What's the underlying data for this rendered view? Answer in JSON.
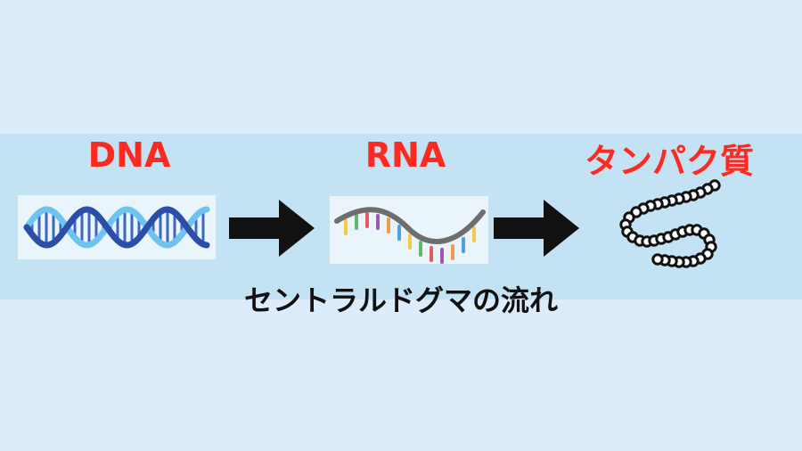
{
  "labels": {
    "dna": "DNA",
    "rna": "RNA",
    "protein": "タンパク質"
  },
  "caption": "セントラルドグマの流れ",
  "colors": {
    "background": "#dcecfb",
    "band": "#c3e2f4",
    "label_red": "#ff2a1f",
    "arrow": "#111111",
    "dna_dark": "#2b4fa6",
    "dna_light": "#6fc4ef",
    "rna_backbone": "#6e6e6e"
  },
  "icons": {
    "dna": "dna-double-helix-icon",
    "rna": "rna-strand-icon",
    "protein": "protein-bead-chain-icon",
    "arrow": "right-arrow-icon"
  }
}
